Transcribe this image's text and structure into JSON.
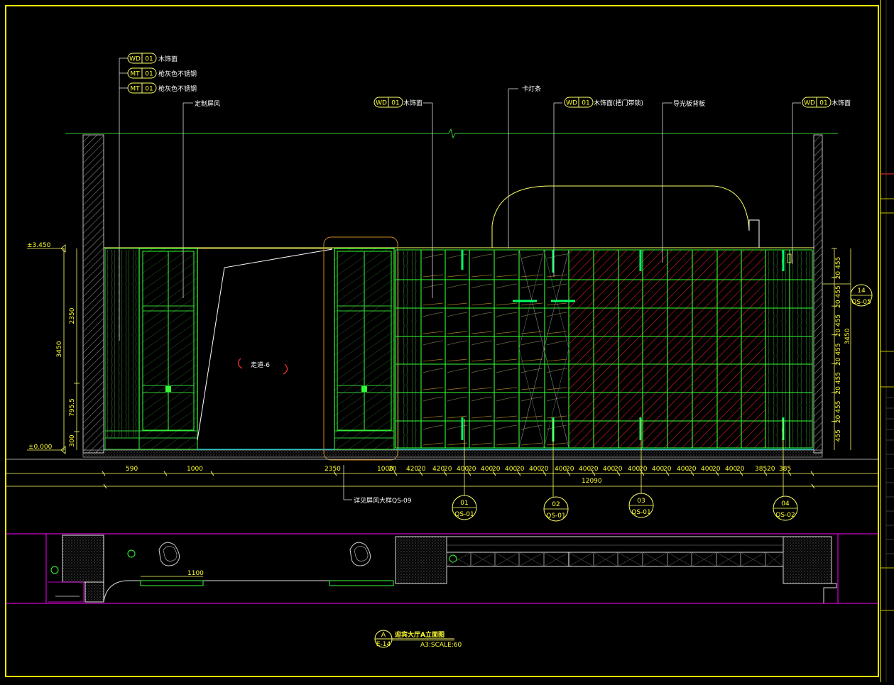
{
  "colors": {
    "background": "#000000",
    "frame": "#ffff00",
    "green": "#33ff33",
    "bright_green": "#00ff66",
    "red": "#ff2020",
    "magenta": "#ff00ff",
    "white": "#ffffff",
    "cyan": "#00ffff",
    "orange": "#c88a20"
  },
  "callouts": [
    {
      "code": "WD",
      "num": "01",
      "text": "木饰面"
    },
    {
      "code": "MT",
      "num": "01",
      "text": "枪灰色不锈钢"
    },
    {
      "code": "MT",
      "num": "01",
      "text": "枪灰色不锈钢"
    },
    {
      "code": "WD",
      "num": "01",
      "text": "木饰面"
    },
    {
      "code": "WD",
      "num": "01",
      "text": "木饰面(把门带锁)"
    },
    {
      "code": "WD",
      "num": "01",
      "text": "木饰面"
    }
  ],
  "labels": {
    "screen": "定制屏风",
    "light_strip": "卡灯条",
    "light_panel": "导光板背板",
    "corridor": "走道-6",
    "screen_detail": "详见屏风大样QS-09"
  },
  "levels": {
    "top": "±3.450",
    "bottom": "±0.000"
  },
  "left_dims": [
    "2350",
    "795.5",
    "300",
    "3450"
  ],
  "right_dims": [
    "455",
    "455",
    "455",
    "455",
    "455",
    "455",
    "455"
  ],
  "right_gaps": [
    "20",
    "20",
    "20",
    "20",
    "20",
    "20"
  ],
  "right_total": "3450",
  "section_right": {
    "num": "14",
    "ref": "QS-05"
  },
  "bottom_dims": [
    "590",
    "1000",
    "2350",
    "1000",
    "20",
    "420",
    "20",
    "420",
    "20",
    "400",
    "20",
    "400",
    "20",
    "400",
    "20",
    "400",
    "20",
    "400",
    "20",
    "400",
    "20",
    "400",
    "20",
    "400",
    "20",
    "400",
    "20",
    "400",
    "20",
    "400",
    "20",
    "400",
    "20",
    "385",
    "20",
    "385"
  ],
  "bottom_total": "12090",
  "section_marks": [
    {
      "num": "01",
      "ref": "QS-01"
    },
    {
      "num": "02",
      "ref": "QS-01"
    },
    {
      "num": "03",
      "ref": "QS-01"
    },
    {
      "num": "04",
      "ref": "QS-02"
    }
  ],
  "plan_dim": "1100",
  "title": {
    "letter": "A",
    "sheet": "E-14",
    "name": "迎宾大厅A立面图",
    "scale": "A3:SCALE:60"
  }
}
